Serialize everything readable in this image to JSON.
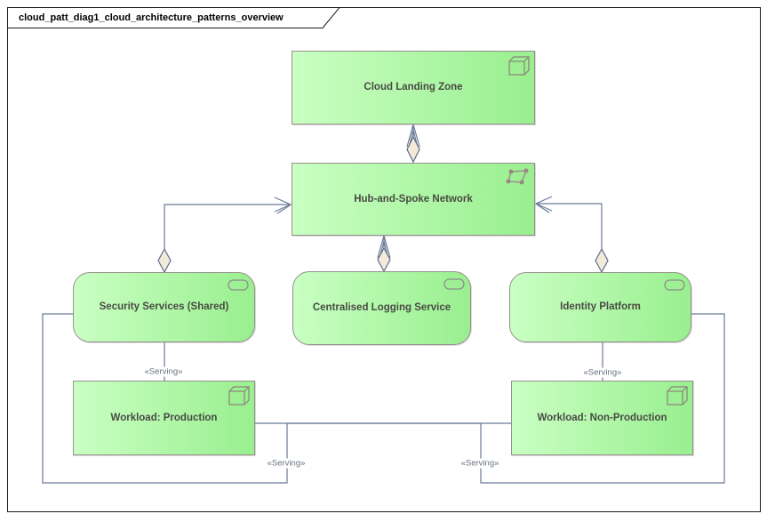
{
  "frame": {
    "title": "cloud_patt_diag1_cloud_architecture_patterns_overview"
  },
  "nodes": [
    {
      "id": "cloud-landing-zone",
      "label": "Cloud Landing Zone",
      "shape": "rect",
      "icon": "node-cube-icon"
    },
    {
      "id": "hub-and-spoke-network",
      "label": "Hub-and-Spoke Network",
      "shape": "rect",
      "icon": "network-icon"
    },
    {
      "id": "security-services-shared",
      "label": "Security Services (Shared)",
      "shape": "rounded",
      "icon": "service-pill-icon"
    },
    {
      "id": "centralised-logging-service",
      "label": "Centralised Logging Service",
      "shape": "rounded",
      "icon": "service-pill-icon"
    },
    {
      "id": "identity-platform",
      "label": "Identity Platform",
      "shape": "rounded",
      "icon": "service-pill-icon"
    },
    {
      "id": "workload-production",
      "label": "Workload: Production",
      "shape": "rect",
      "icon": "node-cube-icon"
    },
    {
      "id": "workload-non-production",
      "label": "Workload: Non-Production",
      "shape": "rect",
      "icon": "node-cube-icon"
    }
  ],
  "relationships": [
    {
      "name": "landing-zone-aggregates-hub",
      "type": "aggregation",
      "label": ""
    },
    {
      "name": "hub-aggregates-centralised-logging",
      "type": "aggregation",
      "label": ""
    },
    {
      "name": "hub-aggregates-security-services",
      "type": "aggregation",
      "label": ""
    },
    {
      "name": "hub-aggregates-identity-platform",
      "type": "aggregation",
      "label": ""
    },
    {
      "name": "security-serving-production",
      "type": "serving",
      "label": "«Serving»"
    },
    {
      "name": "identity-serving-non-production",
      "type": "serving",
      "label": "«Serving»"
    },
    {
      "name": "security-serving-non-production",
      "type": "serving",
      "label": "«Serving»"
    },
    {
      "name": "identity-serving-production",
      "type": "serving",
      "label": "«Serving»"
    }
  ],
  "colors": {
    "fill-light": "#c9ffc3",
    "fill-dark": "#99ef8f",
    "node-border": "#96918b",
    "node-text": "#4a4a44",
    "wire": "#6b7a98",
    "diamond-fill": "#f3ead9",
    "diamond-stroke": "#5e6d8d",
    "serving-text": "#68717f",
    "icon-stroke": "#8c8279",
    "net-icon": "#9d8486"
  }
}
